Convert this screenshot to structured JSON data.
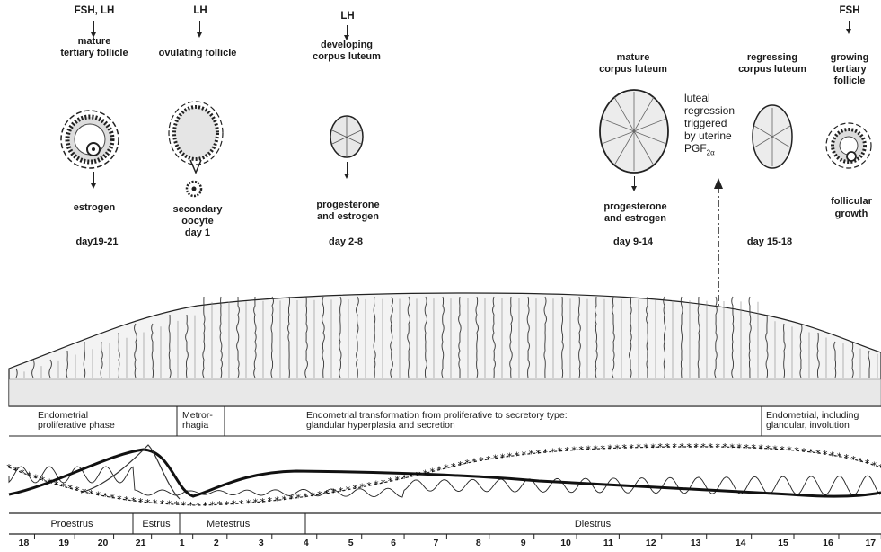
{
  "top_labels": {
    "h1": "FSH, LH",
    "h2": "LH",
    "h3": "LH",
    "h4": "FSH",
    "s1a": "mature",
    "s1b": "tertiary follicle",
    "s2": "ovulating follicle",
    "s3a": "developing",
    "s3b": "corpus luteum",
    "s4a": "mature",
    "s4b": "corpus luteum",
    "s5a": "regressing",
    "s5b": "corpus luteum",
    "s6a": "growing",
    "s6b": "tertiary",
    "s6c": "follicle",
    "o1": "estrogen",
    "o2a": "secondary",
    "o2b": "oocyte",
    "o3a": "progesterone",
    "o3b": "and estrogen",
    "o4a": "progesterone",
    "o4b": "and estrogen",
    "o6a": "follicular",
    "o6b": "growth",
    "lut1": "luteal",
    "lut2": "regression",
    "lut3": "triggered",
    "lut4": "by uterine",
    "lut5": "PGF",
    "lut5sub": "2α",
    "d1": "day19-21",
    "d2": "day 1",
    "d3": "day 2-8",
    "d4": "day 9-14",
    "d5": "day 15-18"
  },
  "phases": {
    "p1a": "Endometrial",
    "p1b": "proliferative phase",
    "p2a": "Metror-",
    "p2b": "rhagia",
    "p3a": "Endometrial transformation from proliferative to secretory type:",
    "p3b": "glandular hyperplasia and secretion",
    "p4a": "Endometrial, including",
    "p4b": "glandular, involution"
  },
  "stages": {
    "proestrus": "Proestrus",
    "estrus": "Estrus",
    "metestrus": "Metestrus",
    "diestrus": "Diestrus"
  },
  "days": [
    "18",
    "19",
    "20",
    "21",
    "1",
    "2",
    "3",
    "4",
    "5",
    "6",
    "7",
    "8",
    "9",
    "10",
    "11",
    "12",
    "13",
    "14",
    "15",
    "16",
    "17"
  ]
}
